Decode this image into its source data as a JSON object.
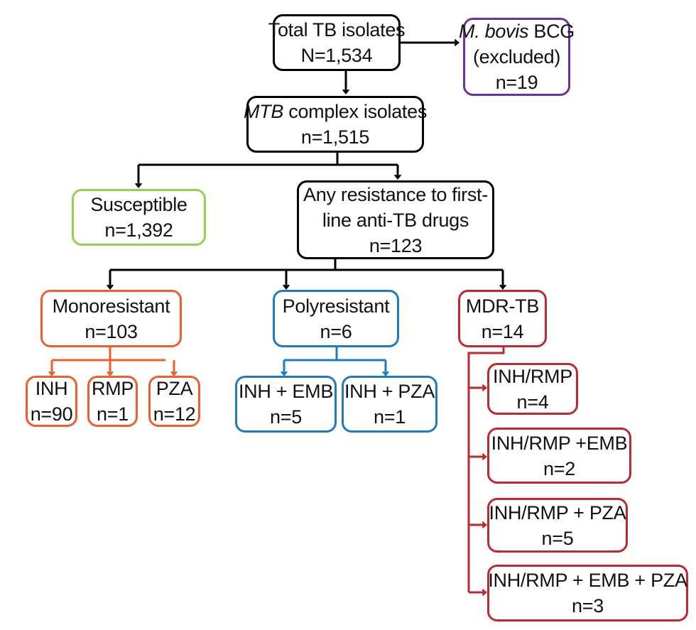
{
  "colors": {
    "black": "#000000",
    "excluded": "#7030a0",
    "susceptible": "#92d050",
    "monoresistant": "#ed5f2b",
    "polyresistant": "#1f7ac4",
    "mdr": "#c0282f"
  },
  "nodes": {
    "total": {
      "label": "Total TB isolates",
      "count": "N=1,534"
    },
    "bcg": {
      "label_italic": "M. bovis",
      "label_rest": " BCG",
      "note": "(excluded)",
      "count": "n=19"
    },
    "mtb": {
      "label_italic": "MTB",
      "label_rest": " complex isolates",
      "count": "n=1,515"
    },
    "susceptible": {
      "label": "Susceptible",
      "count": "n=1,392"
    },
    "resistant": {
      "line1": "Any resistance to first-",
      "line2": "line anti-TB drugs",
      "count": "n=123"
    },
    "mono": {
      "label": "Monoresistant",
      "count": "n=103"
    },
    "poly": {
      "label": "Polyresistant",
      "count": "n=6"
    },
    "mdr": {
      "label": "MDR-TB",
      "count": "n=14"
    },
    "mono_children": [
      {
        "label": "INH",
        "count": "n=90"
      },
      {
        "label": "RMP",
        "count": "n=1"
      },
      {
        "label": "PZA",
        "count": "n=12"
      }
    ],
    "poly_children": [
      {
        "label": "INH + EMB",
        "count": "n=5"
      },
      {
        "label": "INH + PZA",
        "count": "n=1"
      }
    ],
    "mdr_children": [
      {
        "label": "INH/RMP",
        "count": "n=4"
      },
      {
        "label": "INH/RMP +EMB",
        "count": "n=2"
      },
      {
        "label": "INH/RMP + PZA",
        "count": "n=5"
      },
      {
        "label": "INH/RMP + EMB + PZA",
        "count": "n=3"
      }
    ]
  }
}
